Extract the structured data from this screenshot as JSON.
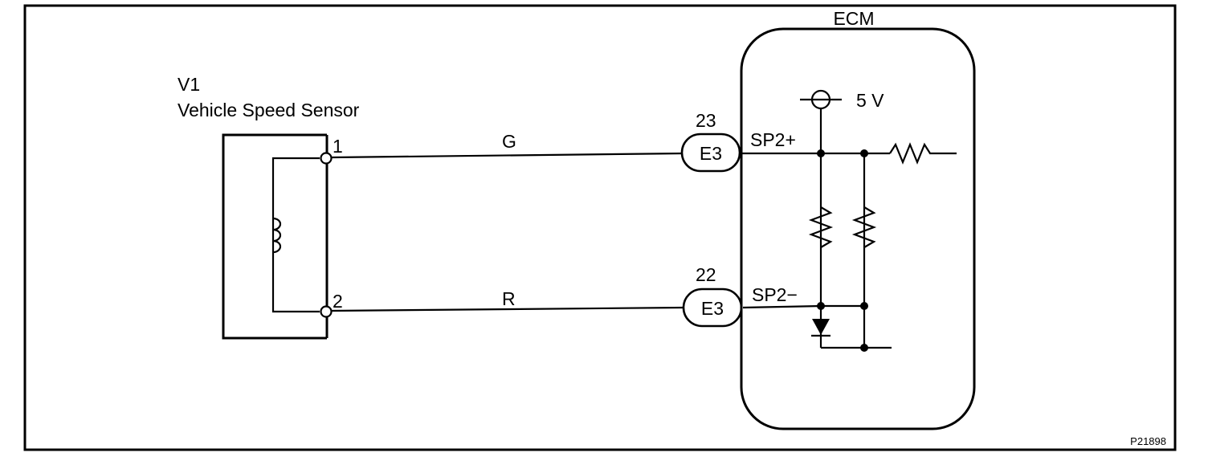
{
  "sensor": {
    "id": "V1",
    "name": "Vehicle Speed Sensor",
    "pin1": "1",
    "pin2": "2"
  },
  "wires": [
    {
      "color_code": "G"
    },
    {
      "color_code": "R"
    }
  ],
  "connectors": [
    {
      "pin": "23",
      "name": "E3"
    },
    {
      "pin": "22",
      "name": "E3"
    }
  ],
  "ecm": {
    "title": "ECM",
    "supply": "5 V",
    "terminal_pos": "SP2+",
    "terminal_neg": "SP2−"
  },
  "figure_id": "P21898"
}
